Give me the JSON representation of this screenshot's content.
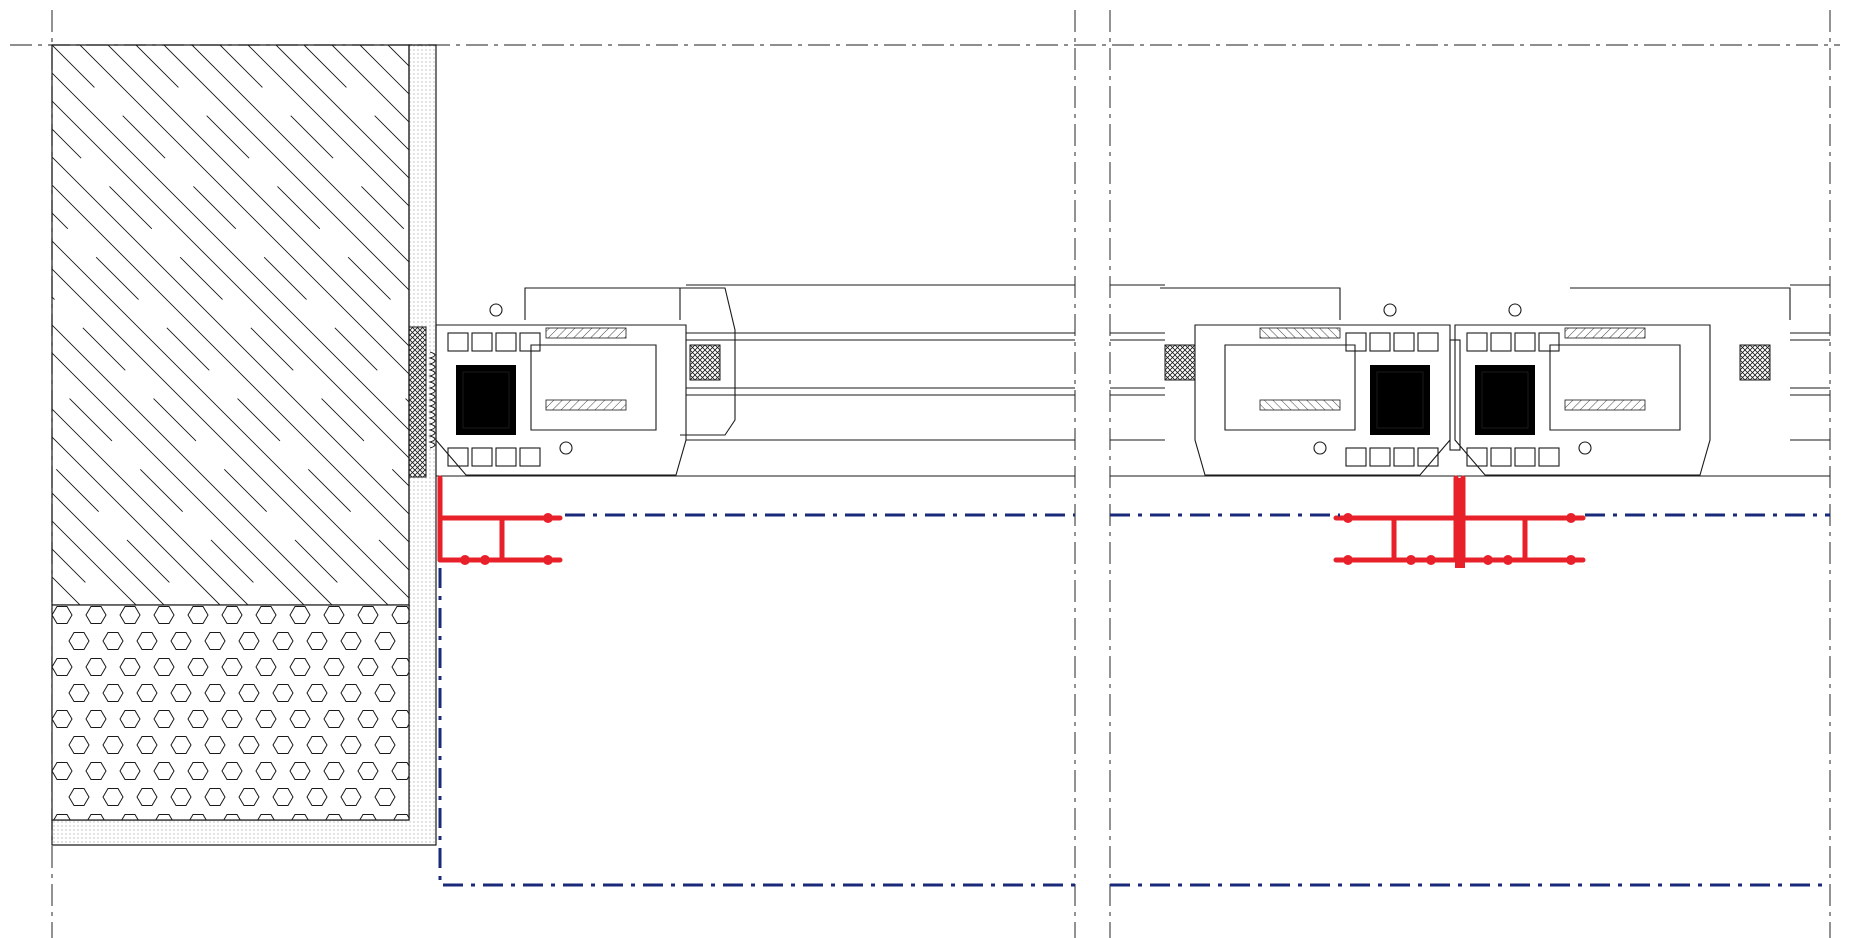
{
  "drawing": {
    "type": "window-frame-section-detail",
    "colors": {
      "outline": "#1a1a1a",
      "axis": "#4a4a4a",
      "accent_profile": "#e8202a",
      "cover_line": "#1a2a7a",
      "background": "#ffffff",
      "dot_fill": "#b8b8b8"
    },
    "materials": [
      "masonry-hatch",
      "insulation-hex",
      "plaster-fill",
      "sealant-mesh"
    ],
    "panels": [
      "left-wall-connection",
      "right-mullion-connection"
    ]
  }
}
